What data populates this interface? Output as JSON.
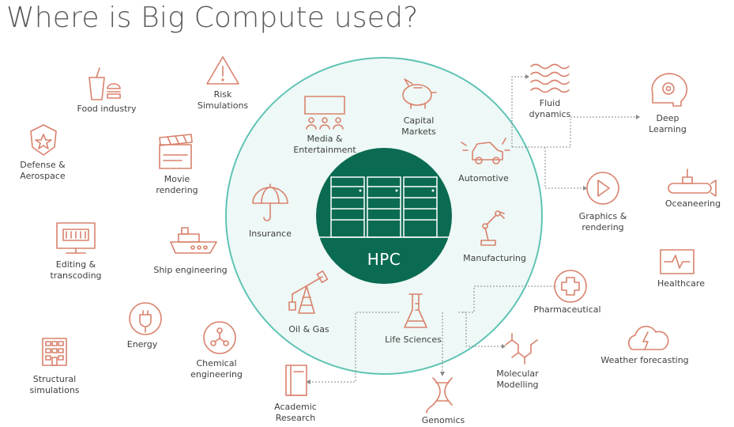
{
  "title": "Where is Big Compute used?",
  "hub": "HPC",
  "colors": {
    "icon": "#d9826c",
    "ring": "#5fc4b4",
    "ring_fill": "#eef8f6",
    "hub_fill": "#0b6b52",
    "text": "#404040",
    "connector": "#888888"
  },
  "items": [
    {
      "id": "food-industry",
      "icon": "food-icon",
      "lines": [
        "Food industry"
      ]
    },
    {
      "id": "risk-simulations",
      "icon": "warning-icon",
      "lines": [
        "Risk",
        "Simulations"
      ]
    },
    {
      "id": "defense-aerospace",
      "icon": "shield-star-icon",
      "lines": [
        "Defense &",
        "Aerospace"
      ]
    },
    {
      "id": "movie-rendering",
      "icon": "clapperboard-icon",
      "lines": [
        "Movie",
        "rendering"
      ]
    },
    {
      "id": "editing-transcoding",
      "icon": "monitor-film-icon",
      "lines": [
        "Editing &",
        "transcoding"
      ]
    },
    {
      "id": "ship-engineering",
      "icon": "ship-icon",
      "lines": [
        "Ship engineering"
      ]
    },
    {
      "id": "energy",
      "icon": "plug-icon",
      "lines": [
        "Energy"
      ]
    },
    {
      "id": "structural-simulations",
      "icon": "building-icon",
      "lines": [
        "Structural",
        "simulations"
      ]
    },
    {
      "id": "chemical-engineering",
      "icon": "molecule-icon",
      "lines": [
        "Chemical",
        "engineering"
      ]
    },
    {
      "id": "media-entertainment",
      "icon": "cinema-icon",
      "lines": [
        "Media &",
        "Entertainment"
      ]
    },
    {
      "id": "capital-markets",
      "icon": "piggy-bank-icon",
      "lines": [
        "Capital",
        "Markets"
      ]
    },
    {
      "id": "insurance",
      "icon": "umbrella-icon",
      "lines": [
        "Insurance"
      ]
    },
    {
      "id": "automotive",
      "icon": "car-icon",
      "lines": [
        "Automotive"
      ]
    },
    {
      "id": "manufacturing",
      "icon": "robot-arm-icon",
      "lines": [
        "Manufacturing"
      ]
    },
    {
      "id": "oil-gas",
      "icon": "oil-derrick-icon",
      "lines": [
        "Oil & Gas"
      ]
    },
    {
      "id": "life-sciences",
      "icon": "flask-icon",
      "lines": [
        "Life Sciences"
      ]
    },
    {
      "id": "fluid-dynamics",
      "icon": "waves-icon",
      "lines": [
        "Fluid",
        "dynamics"
      ]
    },
    {
      "id": "deep-learning",
      "icon": "brain-gear-icon",
      "lines": [
        "Deep",
        "Learning"
      ]
    },
    {
      "id": "graphics-rendering",
      "icon": "play-circle-icon",
      "lines": [
        "Graphics &",
        "rendering"
      ]
    },
    {
      "id": "oceaneering",
      "icon": "submarine-icon",
      "lines": [
        "Oceaneering"
      ]
    },
    {
      "id": "healthcare",
      "icon": "heartbeat-monitor-icon",
      "lines": [
        "Healthcare"
      ]
    },
    {
      "id": "pharmaceutical",
      "icon": "medical-cross-icon",
      "lines": [
        "Pharmaceutical"
      ]
    },
    {
      "id": "weather-forecasting",
      "icon": "storm-cloud-icon",
      "lines": [
        "Weather forecasting"
      ]
    },
    {
      "id": "molecular-modelling",
      "icon": "molecular-structure-icon",
      "lines": [
        "Molecular",
        "Modelling"
      ]
    },
    {
      "id": "academic-research",
      "icon": "book-icon",
      "lines": [
        "Academic",
        "Research"
      ]
    },
    {
      "id": "genomics",
      "icon": "dna-icon",
      "lines": [
        "Genomics"
      ]
    }
  ]
}
